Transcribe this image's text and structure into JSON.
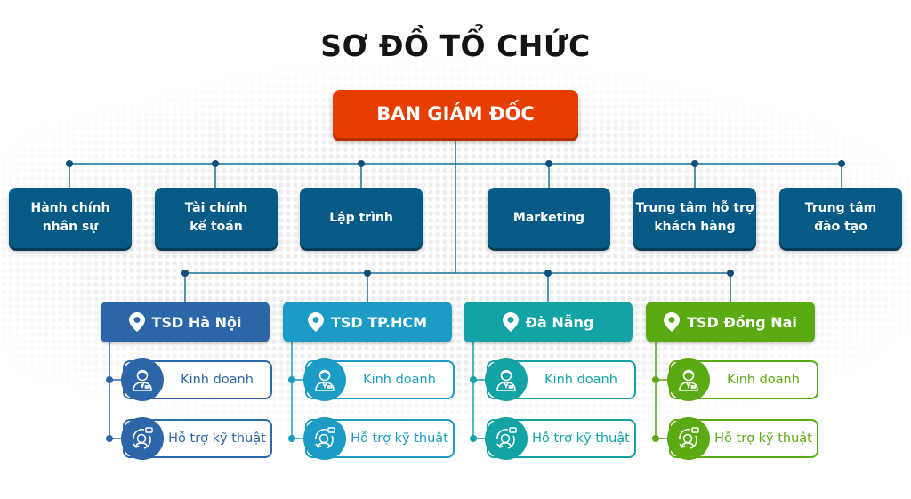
{
  "title": "SƠ ĐỒ TỔ CHỨC",
  "ceo": {
    "label": "BAN GIÁM ĐỐC",
    "color": "#e63e00"
  },
  "departments": [
    {
      "label": "Hành chính\nnhân sự",
      "icon": "none"
    },
    {
      "label": "Tài chính\nkế toán",
      "icon": "none"
    },
    {
      "label": "Lập trình",
      "icon": "none"
    },
    {
      "label": "Marketing",
      "icon": "none"
    },
    {
      "label": "Trung tâm hỗ trợ\nkhách hàng",
      "icon": "none"
    },
    {
      "label": "Trung tâm\nđào tạo",
      "icon": "none"
    }
  ],
  "department_color": "#065a86",
  "connector_color": "#1b6f97",
  "branches": [
    {
      "label": "TSD Hà Nội",
      "icon": "map-pin-icon",
      "color": "#2c66a8",
      "units": [
        {
          "label": "Kinh doanh",
          "icon": "salesperson-icon"
        },
        {
          "label": "Hỗ trợ kỹ thuật",
          "icon": "support-agent-icon"
        }
      ]
    },
    {
      "label": "TSD TP.HCM",
      "icon": "map-pin-icon",
      "color": "#1c9cc4",
      "units": [
        {
          "label": "Kinh doanh",
          "icon": "salesperson-icon"
        },
        {
          "label": "Hỗ trợ kỹ thuật",
          "icon": "support-agent-icon"
        }
      ]
    },
    {
      "label": "Đà Nẵng",
      "icon": "map-pin-icon",
      "color": "#13a3a5",
      "units": [
        {
          "label": "Kinh doanh",
          "icon": "salesperson-icon"
        },
        {
          "label": "Hỗ trợ kỹ thuật",
          "icon": "support-agent-icon"
        }
      ]
    },
    {
      "label": "TSD Đồng Nai",
      "icon": "map-pin-icon",
      "color": "#5aaa13",
      "units": [
        {
          "label": "Kinh doanh",
          "icon": "salesperson-icon"
        },
        {
          "label": "Hỗ trợ kỹ thuật",
          "icon": "support-agent-icon"
        }
      ]
    }
  ]
}
